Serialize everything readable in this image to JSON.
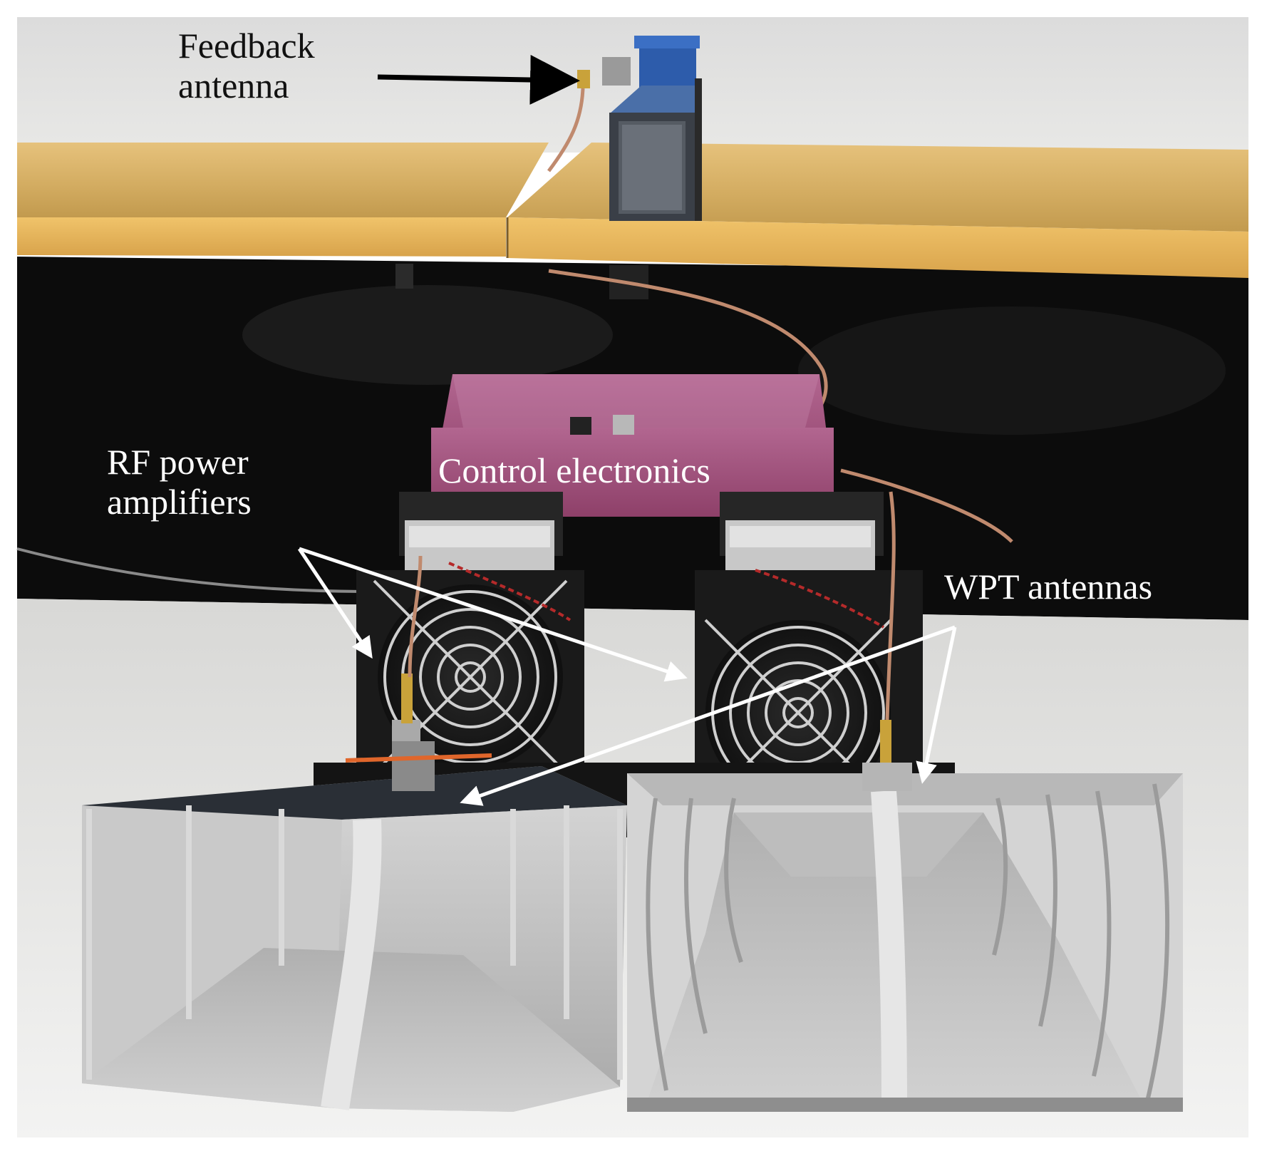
{
  "labels": {
    "feedback_antenna": [
      "Feedback",
      "antenna"
    ],
    "rf_power_amplifiers": [
      "RF power",
      "amplifiers"
    ],
    "control_electronics": "Control electronics",
    "wpt_antennas": "WPT antennas"
  },
  "colors": {
    "wall": "#e4e4e2",
    "shelf_wood": "#d9b46a",
    "back_panel": "#0c0c0c",
    "table": "#ebebea",
    "enclosure_magenta": "#9e4f78",
    "horn_metal": "#c4c4c4",
    "horn_plate": "#2a2f36",
    "waveguide_blue": "#2d5cab",
    "amp_black": "#1a1a1a",
    "arrow_black": "#000000",
    "arrow_white": "#ffffff"
  }
}
